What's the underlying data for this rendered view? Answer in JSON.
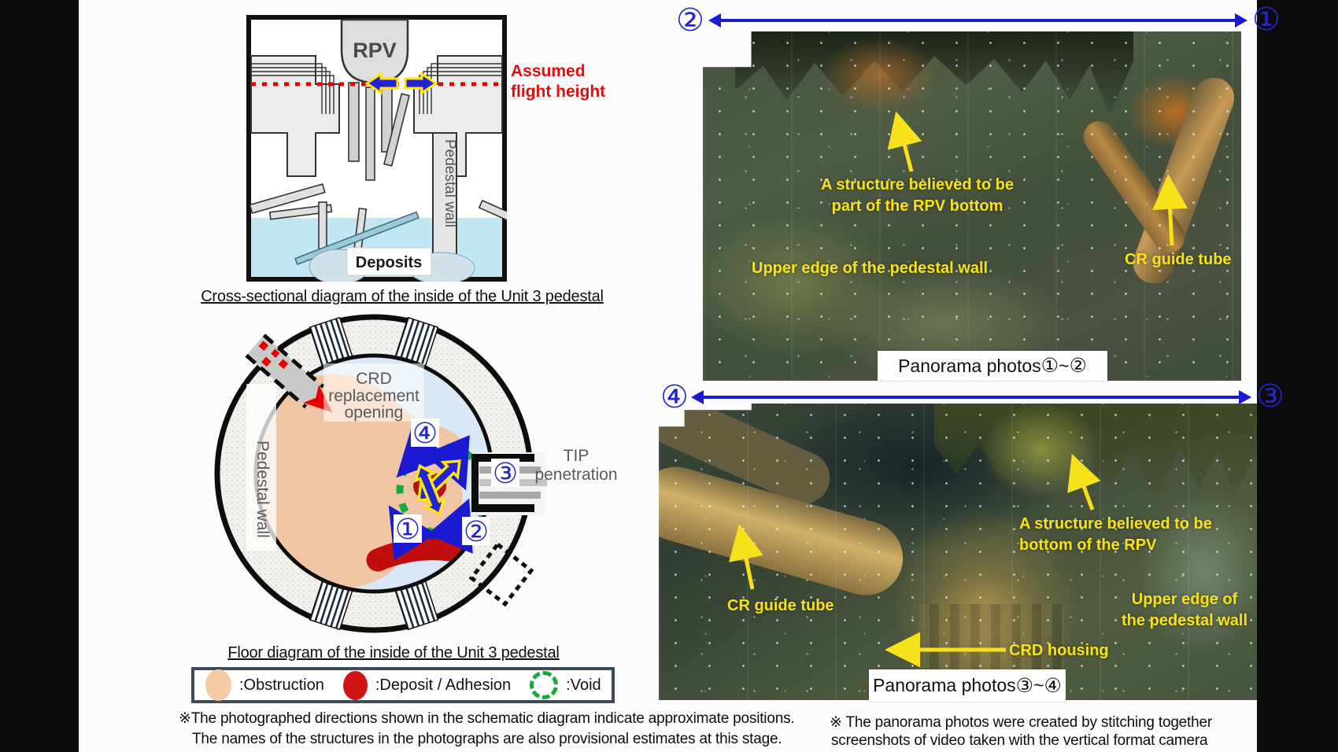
{
  "colors": {
    "accent_blue": "#1a1ad2",
    "annotation_yellow": "#f7e11b",
    "alert_red": "#e30b0b",
    "void_green": "#17a93c",
    "obstruction_peach": "#f5cba6",
    "deposit_red": "#c00d0d"
  },
  "cross_section": {
    "rpv_label": "RPV",
    "pedestal_wall_label": "Pedestal wall",
    "deposits_label": "Deposits",
    "flight_height_label": "Assumed flight height",
    "caption": "Cross-sectional diagram of the inside of the Unit 3 pedestal"
  },
  "floor_diagram": {
    "caption": "Floor diagram of the inside of the Unit 3 pedestal",
    "crd_line1": "CRD",
    "crd_line2": "replacement",
    "crd_line3": "opening",
    "pedestal_wall_label": "Pedestal wall",
    "tip_line1": "TIP",
    "tip_line2": "penetration",
    "marker_1": "①",
    "marker_2": "②",
    "marker_3": "③",
    "marker_4": "④"
  },
  "legend": {
    "obstruction": ":Obstruction",
    "deposit": ":Deposit / Adhesion",
    "void": ":Void"
  },
  "panorama_top": {
    "marker_left": "②",
    "marker_right": "①",
    "struct_line1": "A structure believed to be",
    "struct_line2": "part of the RPV bottom",
    "pedestal_label": "Upper edge of the pedestal wall",
    "cr_guide_label": "CR guide tube",
    "caption_prefix": "Panorama photos ",
    "caption_from": "①",
    "caption_tilde": "~",
    "caption_to": "②"
  },
  "panorama_bottom": {
    "marker_left": "④",
    "marker_right": "③",
    "struct_line1": "A structure believed to be",
    "struct_line2": "bottom of the RPV",
    "cr_guide_label": "CR guide tube",
    "pedestal_line1": "Upper edge of",
    "pedestal_line2": "the pedestal wall",
    "crd_housing_label": "CRD housing",
    "caption_prefix": "Panorama photos ",
    "caption_from": "③",
    "caption_tilde": "~",
    "caption_to": "④"
  },
  "notes": {
    "left_line1": "※The photographed directions shown in the schematic diagram indicate approximate positions.",
    "left_line2": "The names of the structures in the photographs are also provisional estimates at this stage.",
    "right_line1": "※ The panorama photos were created by stitching together",
    "right_line2": "screenshots of video taken with the vertical format camera"
  }
}
